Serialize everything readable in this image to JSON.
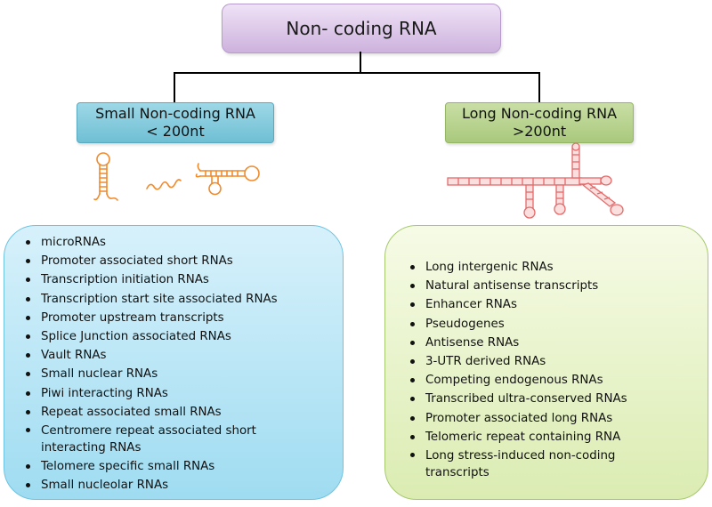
{
  "root": {
    "label": "Non- coding RNA"
  },
  "categories": {
    "small": {
      "line1": "Small Non-coding RNA",
      "line2": "< 200nt"
    },
    "long": {
      "line1": "Long Non-coding RNA",
      "line2": ">200nt"
    }
  },
  "small_list": [
    "microRNAs",
    "Promoter associated short RNAs",
    "Transcription initiation RNAs",
    "Transcription start site associated RNAs",
    "Promoter upstream transcripts",
    "Splice Junction associated RNAs",
    "Vault RNAs",
    "Small nuclear RNAs",
    "Piwi interacting RNAs",
    "Repeat associated small RNAs",
    "Centromere repeat associated short interacting RNAs",
    "Telomere specific small RNAs",
    "Small nucleolar RNAs"
  ],
  "long_list": [
    "Long intergenic RNAs",
    "Natural antisense transcripts",
    "Enhancer RNAs",
    "Pseudogenes",
    "Antisense RNAs",
    "3-UTR derived RNAs",
    "Competing endogenous RNAs",
    "Transcribed ultra-conserved RNAs",
    "Promoter associated long RNAs",
    "Telomeric  repeat containing RNA",
    "Long stress-induced non-coding transcripts"
  ],
  "colors": {
    "small_structure": "#f08a2c",
    "long_structure": "#e36a6a"
  }
}
